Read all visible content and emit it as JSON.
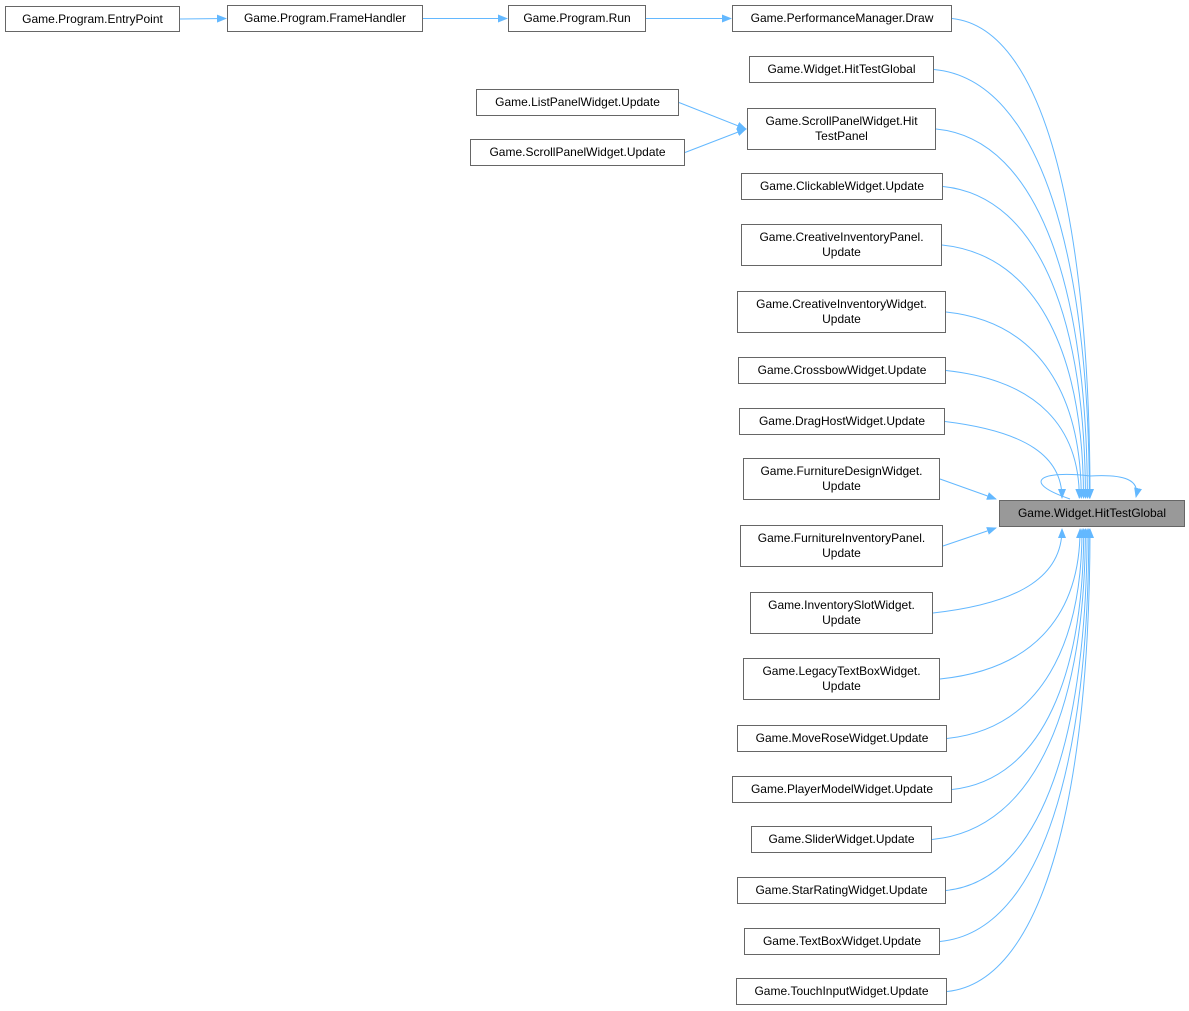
{
  "graph": {
    "target": {
      "id": "target",
      "label": "Game.Widget.HitTestGlobal"
    },
    "nodes": [
      {
        "id": "entry",
        "label": "Game.Program.EntryPoint"
      },
      {
        "id": "frame",
        "label": "Game.Program.FrameHandler"
      },
      {
        "id": "run",
        "label": "Game.Program.Run"
      },
      {
        "id": "perf",
        "label": "Game.PerformanceManager.Draw"
      },
      {
        "id": "hitglobal",
        "label": "Game.Widget.HitTestGlobal"
      },
      {
        "id": "listpanel",
        "label": "Game.ListPanelWidget.Update"
      },
      {
        "id": "scrollupd",
        "label": "Game.ScrollPanelWidget.Update"
      },
      {
        "id": "scrollhit",
        "label": "Game.ScrollPanelWidget.Hit\nTestPanel"
      },
      {
        "id": "clickable",
        "label": "Game.ClickableWidget.Update"
      },
      {
        "id": "creativepanel",
        "label": "Game.CreativeInventoryPanel.\nUpdate"
      },
      {
        "id": "creativewidget",
        "label": "Game.CreativeInventoryWidget.\nUpdate"
      },
      {
        "id": "crossbow",
        "label": "Game.CrossbowWidget.Update"
      },
      {
        "id": "draghost",
        "label": "Game.DragHostWidget.Update"
      },
      {
        "id": "furnituredesign",
        "label": "Game.FurnitureDesignWidget.\nUpdate"
      },
      {
        "id": "furniturepanel",
        "label": "Game.FurnitureInventoryPanel.\nUpdate"
      },
      {
        "id": "invslot",
        "label": "Game.InventorySlotWidget.\nUpdate"
      },
      {
        "id": "legacytext",
        "label": "Game.LegacyTextBoxWidget.\nUpdate"
      },
      {
        "id": "moverose",
        "label": "Game.MoveRoseWidget.Update"
      },
      {
        "id": "playermodel",
        "label": "Game.PlayerModelWidget.Update"
      },
      {
        "id": "slider",
        "label": "Game.SliderWidget.Update"
      },
      {
        "id": "starrating",
        "label": "Game.StarRatingWidget.Update"
      },
      {
        "id": "textbox",
        "label": "Game.TextBoxWidget.Update"
      },
      {
        "id": "touchinput",
        "label": "Game.TouchInputWidget.Update"
      }
    ],
    "edges": [
      [
        "entry",
        "frame"
      ],
      [
        "frame",
        "run"
      ],
      [
        "run",
        "perf"
      ],
      [
        "listpanel",
        "scrollhit"
      ],
      [
        "scrollupd",
        "scrollhit"
      ],
      [
        "perf",
        "target"
      ],
      [
        "hitglobal",
        "target"
      ],
      [
        "scrollhit",
        "target"
      ],
      [
        "clickable",
        "target"
      ],
      [
        "creativepanel",
        "target"
      ],
      [
        "creativewidget",
        "target"
      ],
      [
        "crossbow",
        "target"
      ],
      [
        "draghost",
        "target"
      ],
      [
        "furnituredesign",
        "target"
      ],
      [
        "furniturepanel",
        "target"
      ],
      [
        "invslot",
        "target"
      ],
      [
        "legacytext",
        "target"
      ],
      [
        "moverose",
        "target"
      ],
      [
        "playermodel",
        "target"
      ],
      [
        "slider",
        "target"
      ],
      [
        "starrating",
        "target"
      ],
      [
        "textbox",
        "target"
      ],
      [
        "touchinput",
        "target"
      ],
      [
        "target",
        "target"
      ]
    ],
    "colors": {
      "edge": "#63b8ff",
      "node_border": "#666666",
      "target_fill": "#999999"
    }
  }
}
